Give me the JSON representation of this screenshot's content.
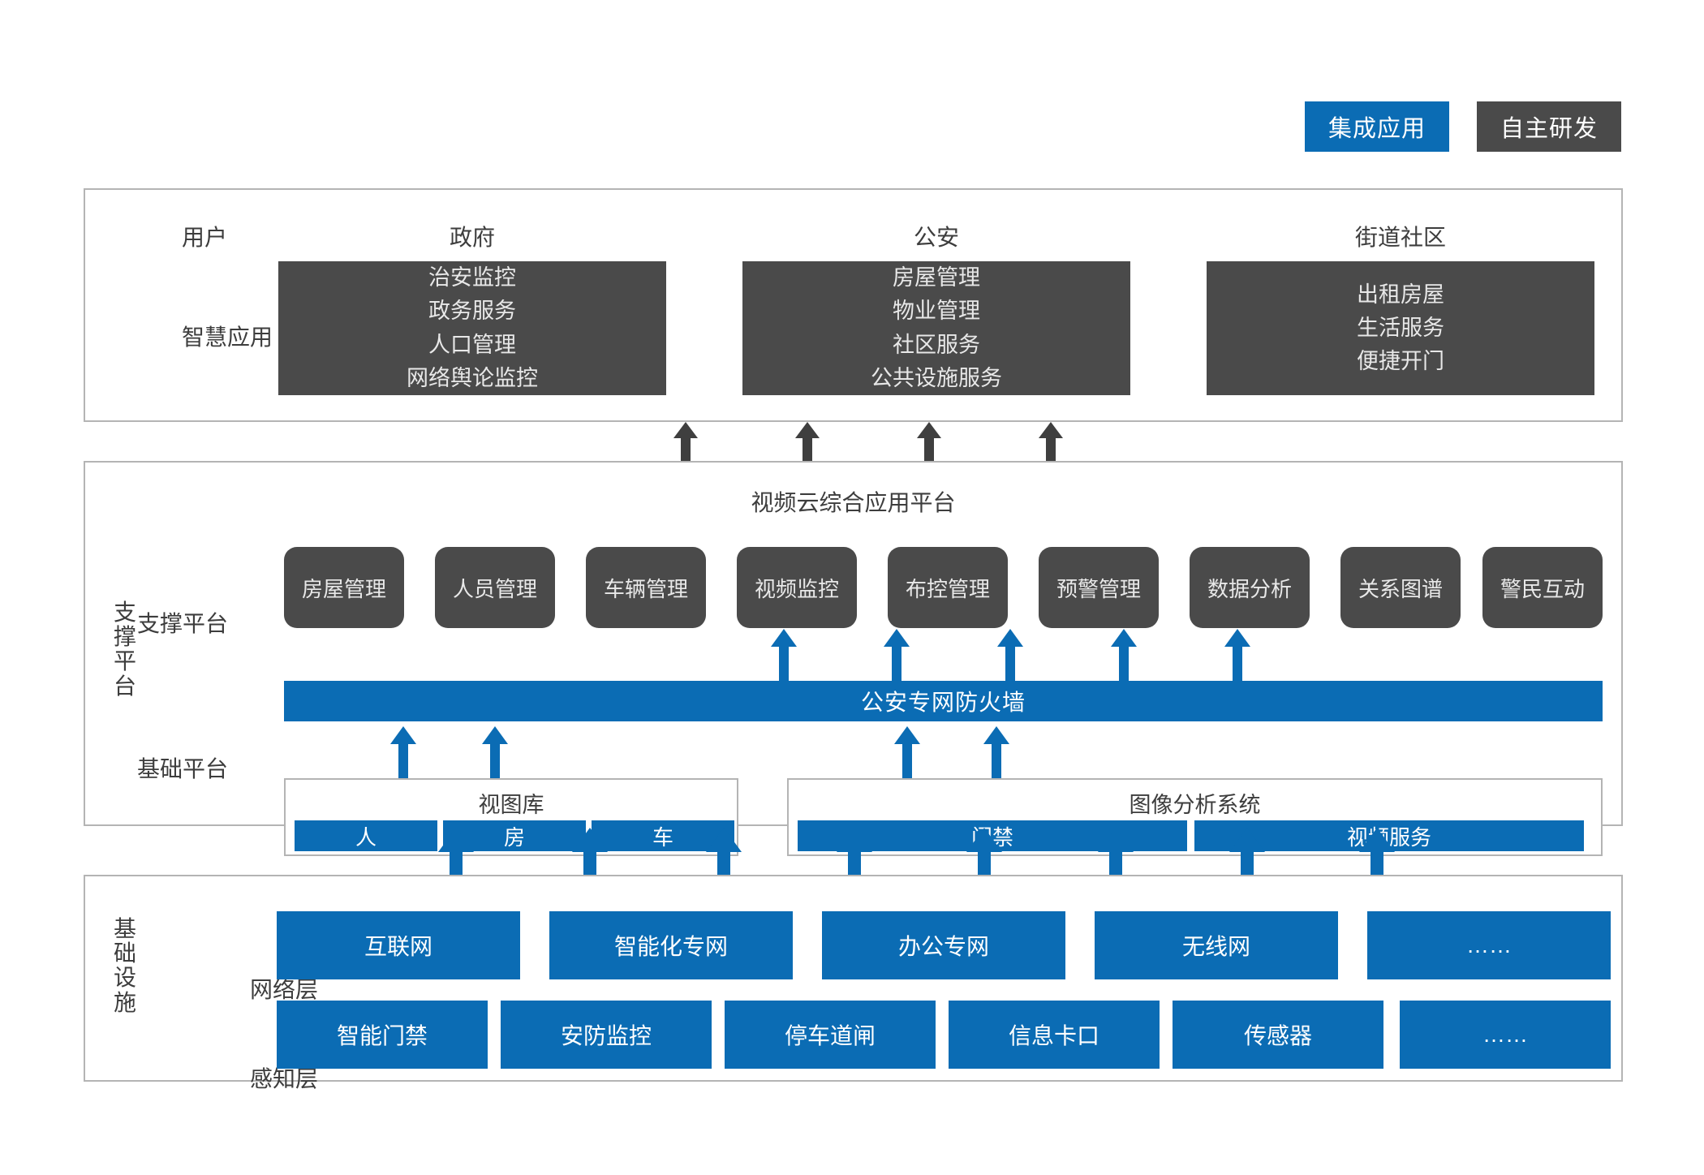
{
  "legend": {
    "items": [
      {
        "label": "集成应用",
        "color": "#0b6cb4",
        "kind": "integrated-application"
      },
      {
        "label": "自主研发",
        "color": "#4a4a4a",
        "kind": "self-developed"
      }
    ]
  },
  "application_section": {
    "row_labels": {
      "user": "用户",
      "smart_application": "智慧应用"
    },
    "columns": [
      {
        "head": "政府",
        "items": [
          "治安监控",
          "政务服务",
          "人口管理",
          "网络舆论监控"
        ]
      },
      {
        "head": "公安",
        "items": [
          "房屋管理",
          "物业管理",
          "社区服务",
          "公共设施服务"
        ]
      },
      {
        "head": "街道社区",
        "items": [
          "出租房屋",
          "生活服务",
          "便捷开门"
        ]
      }
    ]
  },
  "platform_section": {
    "side_label": "支撑平台",
    "title": "视频云综合应用平台",
    "row_labels": {
      "support": "支撑平台",
      "base": "基础平台"
    },
    "support_modules": [
      "房屋管理",
      "人员管理",
      "车辆管理",
      "视频监控",
      "布控管理",
      "预警管理",
      "数据分析",
      "关系图谱",
      "警民互动"
    ],
    "firewall": "公安专网防火墙",
    "base_groups": [
      {
        "title": "视图库",
        "items": [
          "人",
          "房",
          "车"
        ]
      },
      {
        "title": "图像分析系统",
        "items": [
          "门禁",
          "视频服务"
        ]
      }
    ]
  },
  "infrastructure_section": {
    "side_label": "基础设施",
    "row_labels": {
      "network": "网络层",
      "perception": "感知层"
    },
    "network_layer": [
      "互联网",
      "智能化专网",
      "办公专网",
      "无线网",
      "……"
    ],
    "perception_layer": [
      "智能门禁",
      "安防监控",
      "停车道闸",
      "信息卡口",
      "传感器",
      "……"
    ]
  },
  "colors": {
    "blue": "#0b6cb4",
    "dark_gray": "#4a4a4a",
    "frame_gray": "#b4b4b4",
    "text_gray": "#3d3d3d"
  }
}
